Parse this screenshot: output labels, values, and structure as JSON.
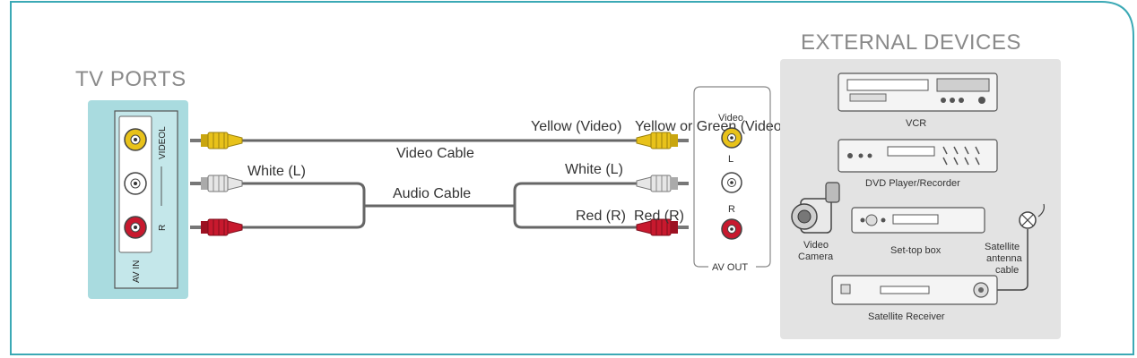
{
  "tv_ports": {
    "title": "TV PORTS",
    "panel_label": "AV IN",
    "video_label": "VIDEOL",
    "right_label": "R"
  },
  "cables": {
    "video_cable": "Video Cable",
    "audio_cable": "Audio Cable",
    "white_left": "White (L)",
    "white_right": "White (L)",
    "yellow_video": "Yellow (Video)",
    "yellow_green_video": "Yellow or Green (Video)",
    "red_r_1": "Red (R)",
    "red_r_2": "Red (R)"
  },
  "av_out": {
    "label": "AV OUT",
    "video": "Video",
    "left": "L",
    "right": "R"
  },
  "external_devices": {
    "title": "EXTERNAL DEVICES",
    "vcr": "VCR",
    "dvd": "DVD Player/Recorder",
    "camera_line1": "Video",
    "camera_line2": "Camera",
    "settop": "Set-top box",
    "satellite_line1": "Satellite",
    "satellite_line2": "antenna",
    "satellite_line3": "cable",
    "receiver": "Satellite Receiver"
  },
  "colors": {
    "frame": "#3ba9b5",
    "tv_panel": "#a9dbdf",
    "devices_panel": "#e3e3e3",
    "video_yellow": "#e8c21a",
    "audio_white": "#dcdcdc",
    "audio_red": "#c8192e",
    "cable": "#666666"
  }
}
